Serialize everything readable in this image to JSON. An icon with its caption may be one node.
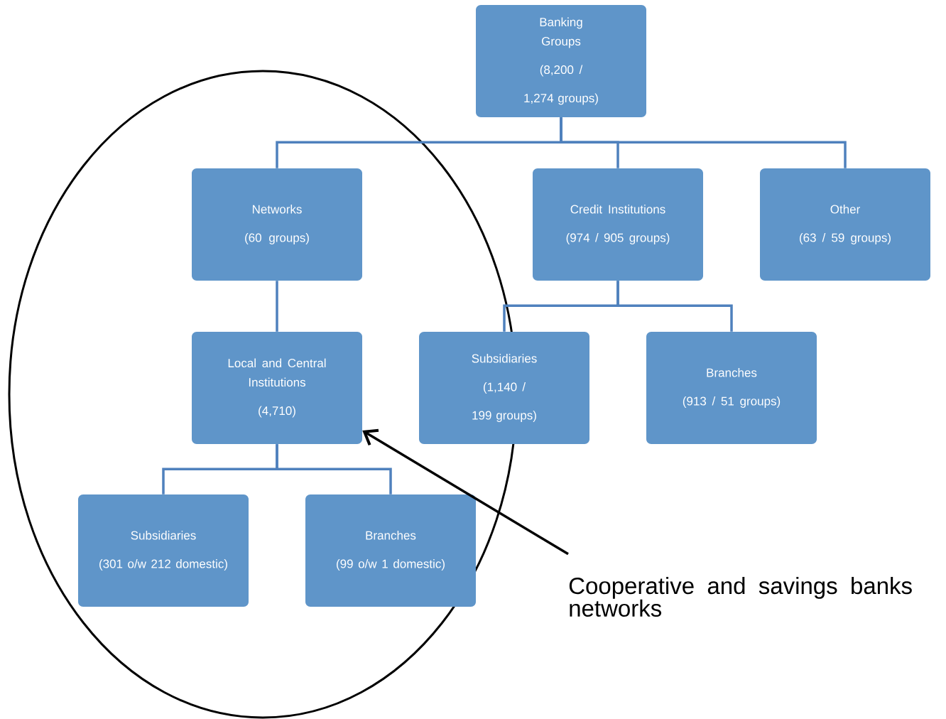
{
  "diagram": {
    "nodes": [
      {
        "text": [
          "Banking Groups",
          "(8,200 / 1,274 groups)"
        ]
      },
      {
        "text": [
          "Networks",
          "(60 groups)"
        ]
      },
      {
        "text": [
          "Credit Institutions",
          "(974 / 905 groups)"
        ]
      },
      {
        "text": [
          "Other",
          "(63 / 59 groups)"
        ]
      },
      {
        "text": [
          "Local and Central Institutions",
          "(4,710)"
        ]
      },
      {
        "text": [
          "Subsidiaries",
          "(1,140 / 199 groups)"
        ]
      },
      {
        "text": [
          "Branches",
          "(913 / 51 groups)"
        ]
      },
      {
        "text": [
          "Subsidiaries",
          "(301 o/w 212 domestic)"
        ]
      },
      {
        "text": [
          "Branches",
          "(99 o/w 1 domestic)"
        ]
      },
      {
        "text": [
          "Cooperative and savings banks networks"
        ]
      }
    ],
    "edges": [
      {
        "from": 0,
        "to": 1,
        "arrow": "none"
      },
      {
        "from": 0,
        "to": 2,
        "arrow": "none"
      },
      {
        "from": 0,
        "to": 3,
        "arrow": "none"
      },
      {
        "from": 1,
        "to": 4,
        "arrow": "none"
      },
      {
        "from": 2,
        "to": 5,
        "arrow": "none"
      },
      {
        "from": 2,
        "to": 6,
        "arrow": "none"
      },
      {
        "from": 4,
        "to": 7,
        "arrow": "none"
      },
      {
        "from": 4,
        "to": 8,
        "arrow": "none"
      },
      {
        "from": 9,
        "to": 4,
        "arrow": "to",
        "color": "#000000"
      }
    ]
  }
}
